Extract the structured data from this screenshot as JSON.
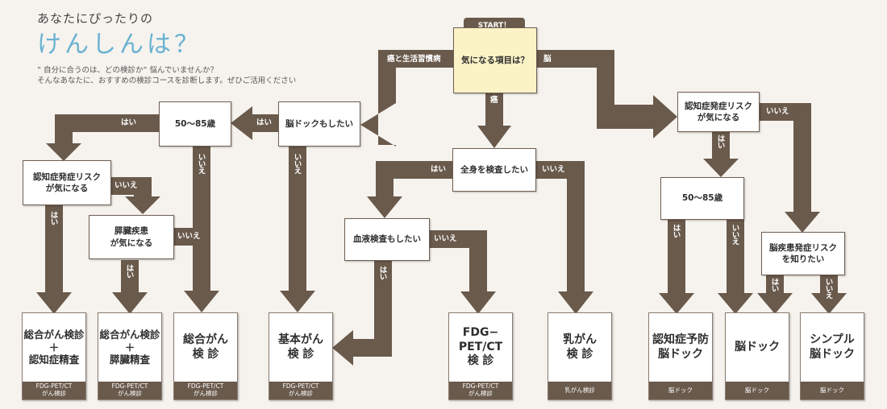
{
  "header": {
    "lead": "あなたにぴったりの",
    "title": "けんしんは？",
    "desc1": "” 自分に合うのは、どの検診か” 悩んでいませんか？",
    "desc2": "そんなあなたに、おすすめの検診コースを診断します。ぜひご活用ください"
  },
  "start_badge": "START！",
  "nodes": {
    "q_start": "気になる項目は？",
    "q_brain_dock": "脳ドックもしたい",
    "q_age_left": "50～85歳",
    "q_dementia_left": "認知症発症リスク\nが気になる",
    "q_pancreas": "膵臓疾患\nが気になる",
    "q_whole_body": "全身を検査したい",
    "q_blood": "血液検査もしたい",
    "q_dementia_right": "認知症発症リスク\nが気になる",
    "q_age_right": "50～85歳",
    "q_brain_disease": "脳疾患発症リスク\nを知りたい"
  },
  "labels": {
    "cancer_lifestyle": "癌と生活習慣病",
    "brain": "脳",
    "cancer": "癌",
    "hai_brain_dock": "はい",
    "hai_age_left": "はい",
    "iie_age_left": "いいえ",
    "iie_brain_dock": "いいえ",
    "hai_dementia_left": "はい",
    "iie_dementia_left": "いいえ",
    "hai_pancreas": "はい",
    "iie_pancreas": "いいえ",
    "hai_whole_body": "はい",
    "iie_whole_body": "いいえ",
    "hai_blood": "はい",
    "iie_blood": "いいえ",
    "hai_dementia_right": "はい",
    "iie_dementia_right": "いいえ",
    "hai_age_right": "はい",
    "iie_age_right": "いいえ",
    "hai_brain_disease": "はい",
    "iie_brain_disease": "いいえ"
  },
  "results": [
    {
      "title": "総合がん検診\n＋\n認知症精査",
      "footer": "FDG-PET/CT\nがん検診"
    },
    {
      "title": "総合がん検診\n＋\n膵臓精査",
      "footer": "FDG-PET/CT\nがん検診"
    },
    {
      "title": "総合がん\n検 診",
      "footer": "FDG-PET/CT\nがん検診"
    },
    {
      "title": "基本がん\n検 診",
      "footer": "FDG-PET/CT\nがん検診"
    },
    {
      "title": "FDG−\nPET/CT\n検 診",
      "footer": "FDG-PET/CT\nがん検診"
    },
    {
      "title": "乳がん\n検 診",
      "footer": "乳がん検診"
    },
    {
      "title": "認知症予防\n脳ドック",
      "footer": "脳ドック"
    },
    {
      "title": "脳ドック",
      "footer": "脳ドック"
    },
    {
      "title": "シンプル\n脳ドック",
      "footer": "脳ドック"
    }
  ],
  "colors": {
    "arrow": "#6a5a4c",
    "background": "#f6f3ee",
    "title": "#6ab2d2",
    "start_box": "#fbf2c6"
  }
}
